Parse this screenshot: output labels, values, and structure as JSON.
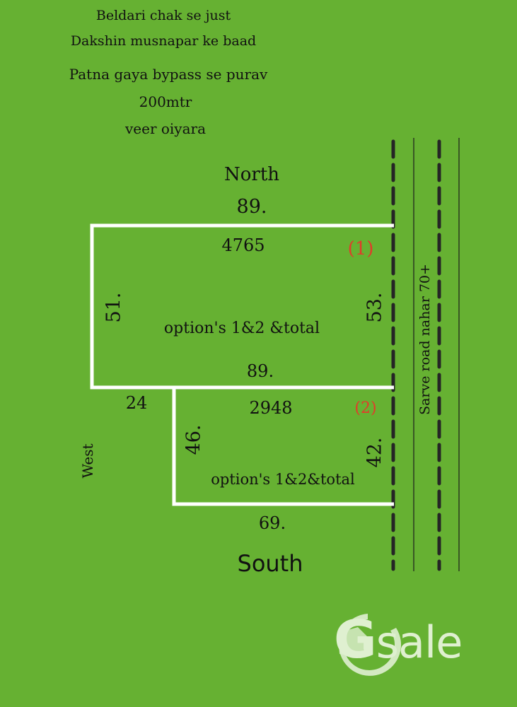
{
  "location_notes": [
    "Beldari chak se just",
    "Dakshin musnapar ke baad",
    "Patna gaya bypass se purav",
    "200mtr",
    "veer oiyara"
  ],
  "directions": {
    "north": "North",
    "south": "South",
    "west": "West"
  },
  "plot1": {
    "top": "89.",
    "left": "51.",
    "right": "53.",
    "bottom": "89.",
    "area": "4765",
    "label": "(1)",
    "note": "option's 1&2 &total"
  },
  "plot2": {
    "offset": "24",
    "left": "46.",
    "right": "42.",
    "bottom": "69.",
    "area": "2948",
    "label": "(2)",
    "note": "option's 1&2&total"
  },
  "road": "Sarve road nahar 70+",
  "logo": {
    "text": "Gsale",
    "rest": "sale"
  },
  "colors": {
    "background": "#66b132",
    "plot_lines": "#ffffff",
    "road": "#222222",
    "plot_label": "#e23b2a"
  }
}
